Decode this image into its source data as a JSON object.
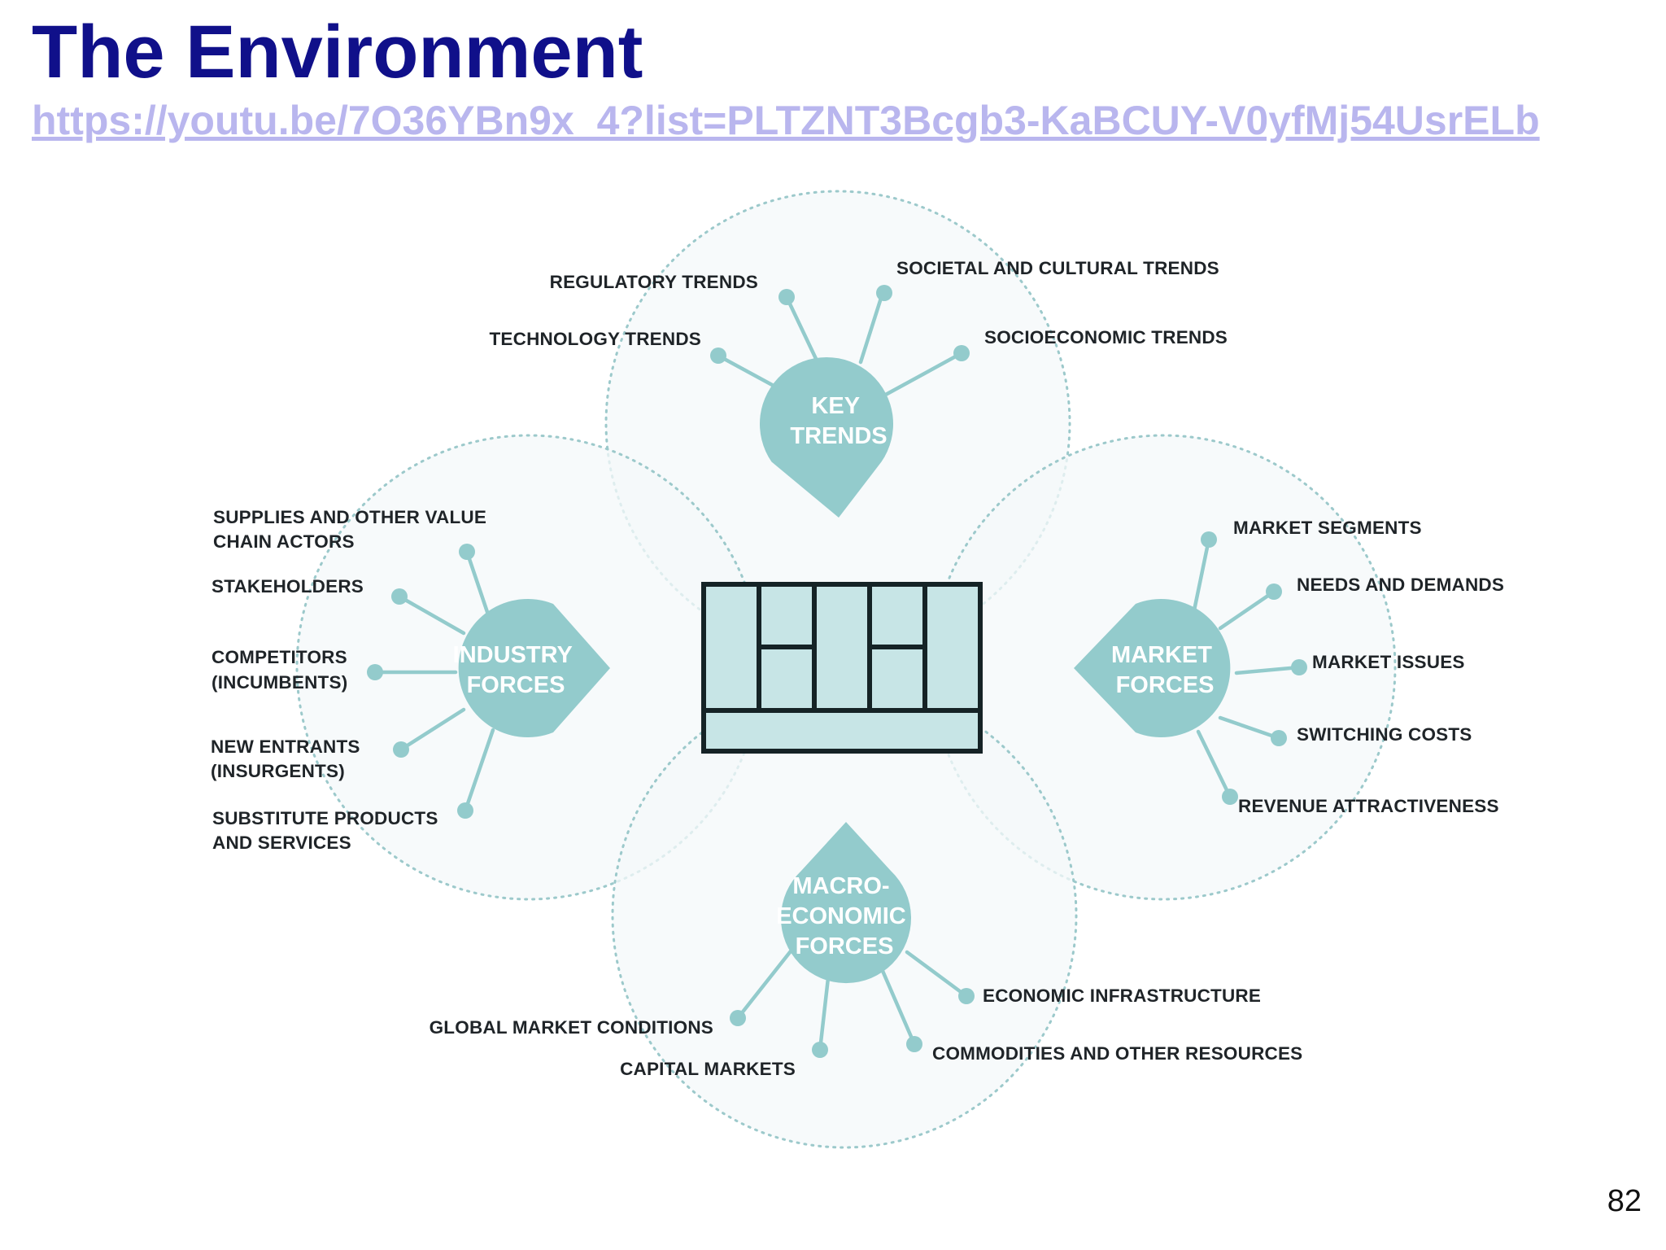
{
  "slide": {
    "title": "The Environment",
    "link": "https://youtu.be/7O36YBn9x_4?list=PLTZNT3Bcgb3-KaBCUY-V0yfMj54UsrELb",
    "page_number": "82"
  },
  "colors": {
    "title": "#10108a",
    "link": "#b9b6ee",
    "accent": "#93cbcc",
    "circle_fill": "#f4f8f9",
    "circle_border": "#9cc9cb",
    "canvas_fill": "#c7e5e6",
    "text": "#1f2428"
  },
  "diagram": {
    "hubs": {
      "key_trends": [
        "KEY",
        "TRENDS"
      ],
      "industry_forces": [
        "INDUSTRY",
        "FORCES"
      ],
      "market_forces": [
        "MARKET",
        "FORCES"
      ],
      "macro_forces": [
        "MACRO-",
        "ECONOMIC",
        "FORCES"
      ]
    },
    "labels": {
      "regulatory_trends": [
        "REGULATORY TRENDS"
      ],
      "societal_cultural_trends": [
        "SOCIETAL AND CULTURAL TRENDS"
      ],
      "technology_trends": [
        "TECHNOLOGY TRENDS"
      ],
      "socioeconomic_trends": [
        "SOCIOECONOMIC TRENDS"
      ],
      "supplies_value_chain": [
        "SUPPLIES AND OTHER VALUE",
        "CHAIN ACTORS"
      ],
      "stakeholders": [
        "STAKEHOLDERS"
      ],
      "competitors": [
        "COMPETITORS",
        "(INCUMBENTS)"
      ],
      "new_entrants": [
        "NEW ENTRANTS",
        "(INSURGENTS)"
      ],
      "substitute_products": [
        "SUBSTITUTE PRODUCTS",
        "AND SERVICES"
      ],
      "market_segments": [
        "MARKET SEGMENTS"
      ],
      "needs_demands": [
        "NEEDS AND DEMANDS"
      ],
      "market_issues": [
        "MARKET ISSUES"
      ],
      "switching_costs": [
        "SWITCHING COSTS"
      ],
      "revenue_attractiveness": [
        "REVENUE ATTRACTIVENESS"
      ],
      "economic_infrastructure": [
        "ECONOMIC INFRASTRUCTURE"
      ],
      "global_market_conditions": [
        "GLOBAL MARKET CONDITIONS"
      ],
      "capital_markets": [
        "CAPITAL MARKETS"
      ],
      "commodities_resources": [
        "COMMODITIES AND OTHER RESOURCES"
      ]
    }
  }
}
